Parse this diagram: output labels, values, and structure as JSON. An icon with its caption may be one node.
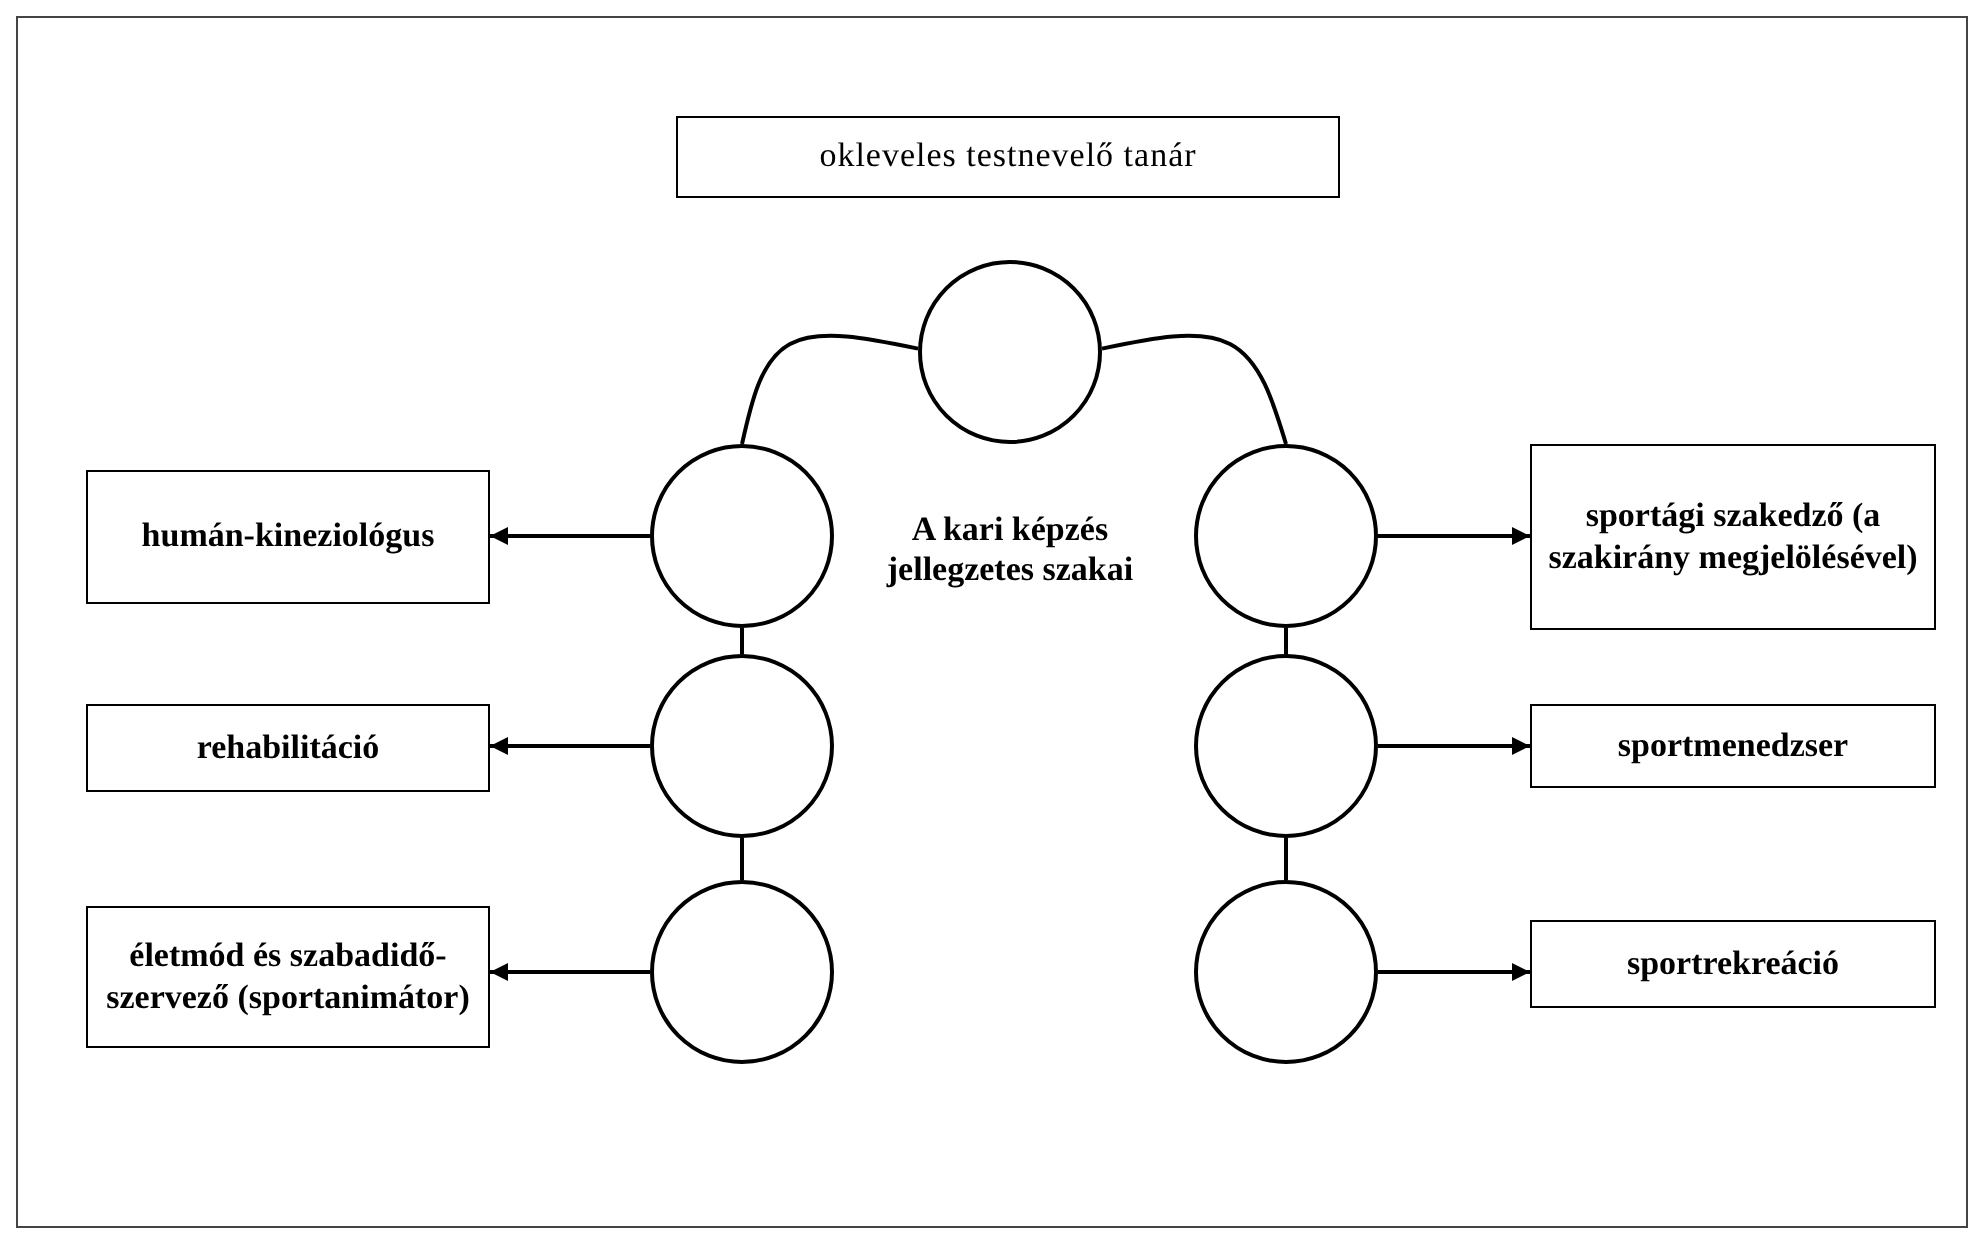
{
  "diagram": {
    "nodes": [
      {
        "text": [
          "okleveles testnevelő tanár"
        ]
      },
      {
        "text": [],
        "shape": "circle"
      },
      {
        "text": [
          "humán-kineziológus"
        ]
      },
      {
        "text": [],
        "shape": "circle"
      },
      {
        "text": [],
        "shape": "circle"
      },
      {
        "text": [
          "sportági szakedző (a szakirány megjelölésével)"
        ]
      },
      {
        "text": [
          "rehabilitáció"
        ]
      },
      {
        "text": [],
        "shape": "circle"
      },
      {
        "text": [],
        "shape": "circle"
      },
      {
        "text": [
          "sportmenedzser"
        ]
      },
      {
        "text": [
          "életmód és szabadidő-szervező (sportanimátor)"
        ]
      },
      {
        "text": [],
        "shape": "circle"
      },
      {
        "text": [],
        "shape": "circle"
      },
      {
        "text": [
          "sportrekreáció"
        ]
      }
    ],
    "edges": [
      {
        "from": 1,
        "to": 3,
        "arrow": "none"
      },
      {
        "from": 1,
        "to": 4,
        "arrow": "none"
      },
      {
        "from": 3,
        "to": 7,
        "arrow": "none"
      },
      {
        "from": 7,
        "to": 11,
        "arrow": "none"
      },
      {
        "from": 4,
        "to": 8,
        "arrow": "none"
      },
      {
        "from": 8,
        "to": 12,
        "arrow": "none"
      },
      {
        "from": 3,
        "to": 2,
        "arrow": "to"
      },
      {
        "from": 7,
        "to": 6,
        "arrow": "to"
      },
      {
        "from": 11,
        "to": 10,
        "arrow": "to"
      },
      {
        "from": 4,
        "to": 5,
        "arrow": "to"
      },
      {
        "from": 8,
        "to": 9,
        "arrow": "to"
      },
      {
        "from": 12,
        "to": 13,
        "arrow": "to"
      }
    ],
    "labels": [
      "A kari képzés jellegzetes szakai"
    ]
  }
}
